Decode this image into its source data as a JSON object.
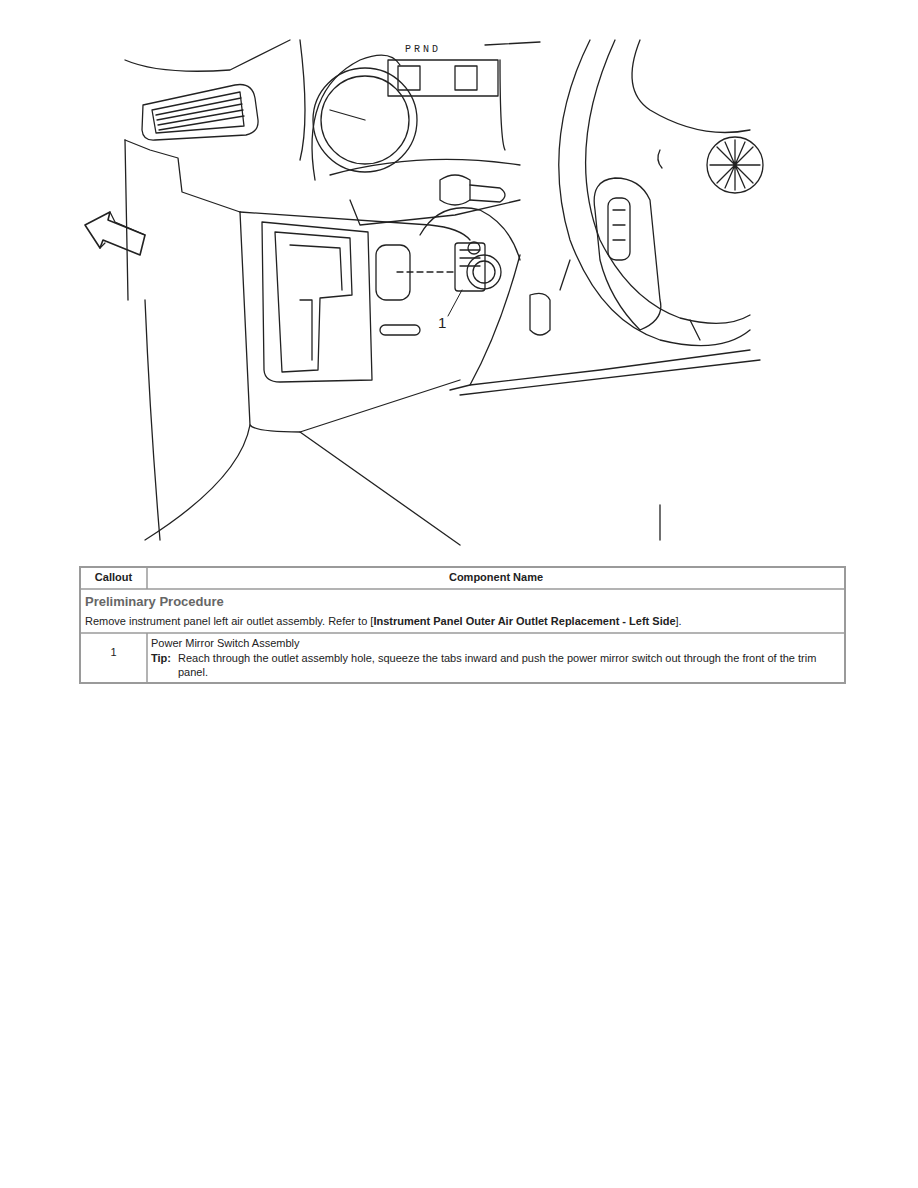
{
  "diagram": {
    "labels": [
      "PRND",
      "1",
      "Callout",
      "Component Name",
      "Preliminary Procedure",
      "Remove instrument panel left air outlet assembly. Refer to [",
      "Instrument Panel Outer Air Outlet Replacement - Left Side",
      "].",
      "1",
      "Power Mirror Switch Assembly",
      "Tip:",
      "Reach through the outlet assembly hole, squeeze the tabs inward and push the power mirror switch out through the front of the trim panel."
    ]
  }
}
